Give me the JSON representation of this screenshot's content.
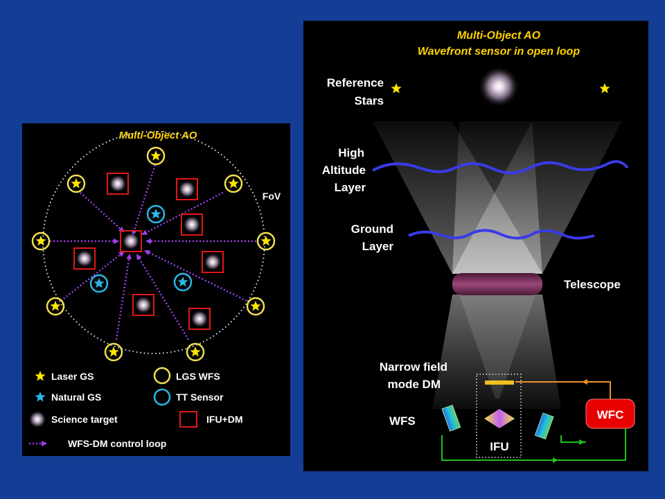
{
  "left": {
    "title": "Multi-Object AO",
    "fov_label": "FoV",
    "legend": {
      "laser_gs": "Laser GS",
      "lgs_wfs": "LGS WFS",
      "natural_gs": "Natural GS",
      "tt_sensor": "TT Sensor",
      "science_target": "Science target",
      "ifu_dm": "IFU+DM",
      "control_loop": "WFS-DM control loop"
    }
  },
  "right": {
    "title_line1": "Multi-Object AO",
    "title_line2": "Wavefront sensor in open loop",
    "reference_line1": "Reference",
    "reference_line2": "Stars",
    "high_line1": "High",
    "high_line2": "Altitude",
    "high_line3": "Layer",
    "ground_line1": "Ground",
    "ground_line2": "Layer",
    "telescope": "Telescope",
    "dm_line1": "Narrow field",
    "dm_line2": "mode DM",
    "wfs": "WFS",
    "ifu": "IFU",
    "wfc": "WFC"
  },
  "colors": {
    "background": "#143e96",
    "panel": "#000000",
    "title": "#ffd400",
    "star": "#ffe600",
    "lgs_ring": "#f0e050",
    "tt_ring": "#2ab8e8",
    "ifu_box": "#e01818",
    "loop_arrow": "#a040f0",
    "turbulence": "#3a3ae8",
    "telescope": "#7a2a5a",
    "wfc": "#e80000",
    "wire_green": "#20c020",
    "wire_orange": "#f09030"
  }
}
